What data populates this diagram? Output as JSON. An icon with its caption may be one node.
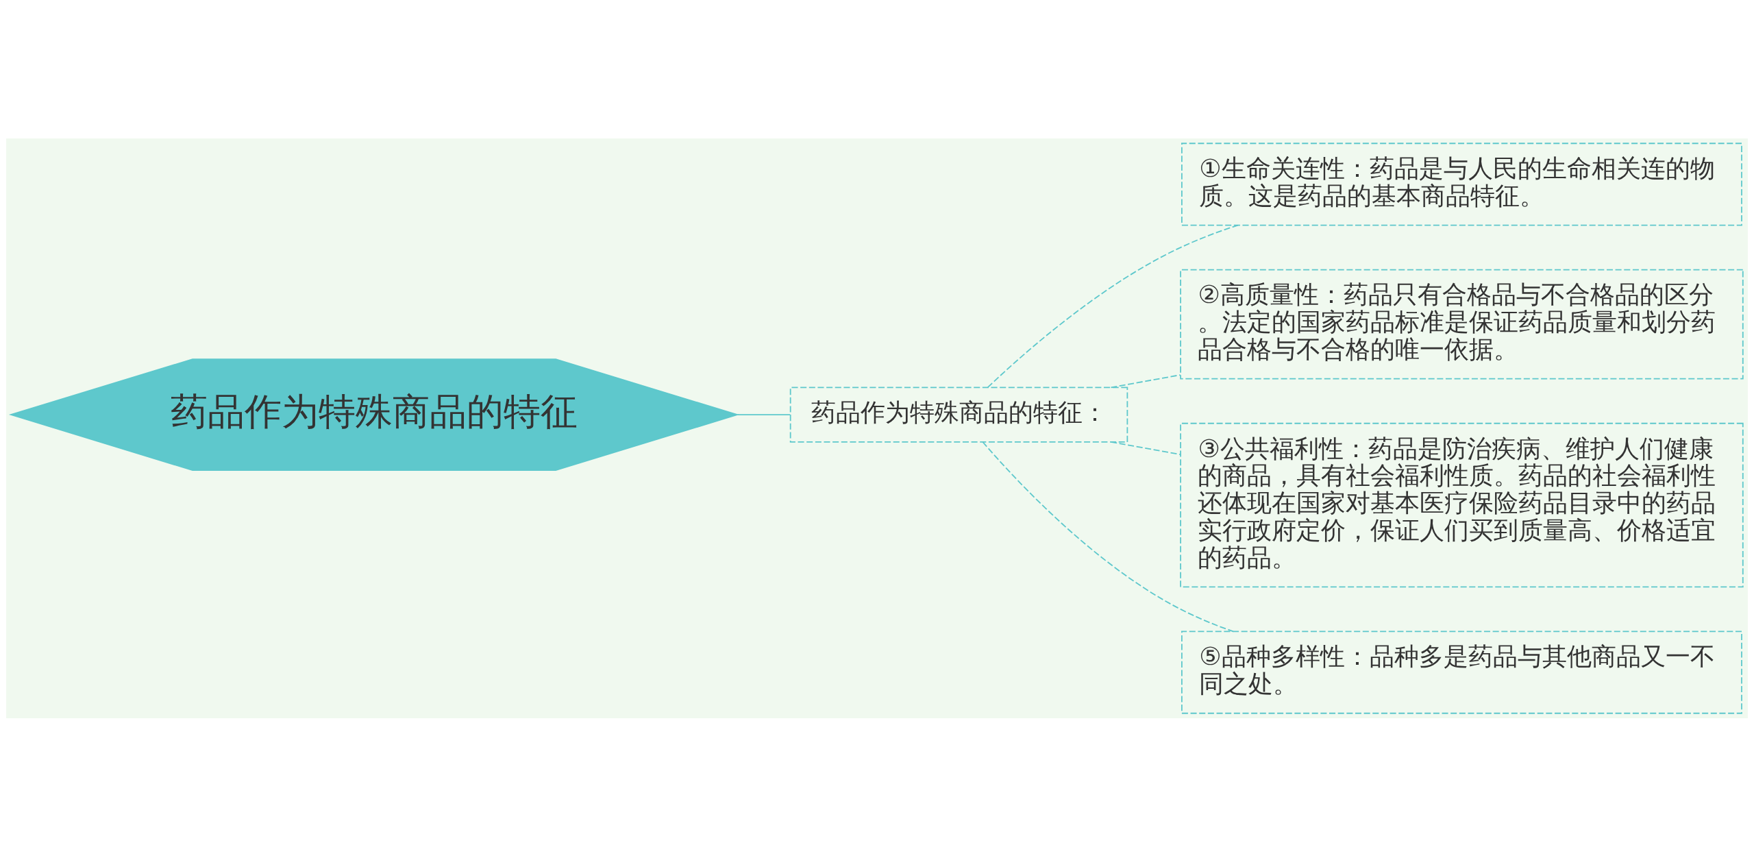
{
  "diagram": {
    "nodes": [
      {
        "text": [
          "药品作为特殊商品的特征"
        ]
      },
      {
        "text": [
          "药品作为特殊商品的特征："
        ]
      },
      {
        "text": [
          "①生命关连性：药品是与人民的生命相关连的物质。这是药品的基本商品特征。"
        ]
      },
      {
        "text": [
          "②高质量性：药品只有合格品与不合格品的区分。法定的国家药品标准是保证药品质量和划分药品合格与不合格的唯一依据。"
        ]
      },
      {
        "text": [
          "③公共福利性：药品是防治疾病、维护人们健康的商品，具有社会福利性质。药品的社会福利性还体现在国家对基本医疗保险药品目录中的药品实行政府定价，保证人们买到质量高、价格适宜的药品。"
        ]
      },
      {
        "text": [
          "⑤品种多样性：品种多是药品与其他商品又一不同之处。"
        ]
      }
    ],
    "edges": [
      {
        "from": 0,
        "to": 1,
        "arrow": "none"
      },
      {
        "from": 1,
        "to": 2,
        "arrow": "none",
        "style": "dashed"
      },
      {
        "from": 1,
        "to": 3,
        "arrow": "none",
        "style": "dashed"
      },
      {
        "from": 1,
        "to": 4,
        "arrow": "none",
        "style": "dashed"
      },
      {
        "from": 1,
        "to": 5,
        "arrow": "none",
        "style": "dashed"
      }
    ]
  }
}
